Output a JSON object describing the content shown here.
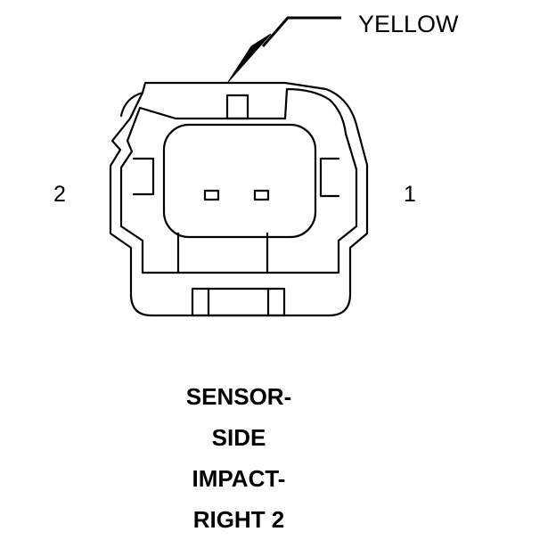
{
  "callout": {
    "wire_color": "YELLOW"
  },
  "pins": {
    "left": "2",
    "right": "1"
  },
  "caption": {
    "lines": [
      "SENSOR-",
      "SIDE",
      "IMPACT-",
      "RIGHT 2"
    ]
  },
  "colors": {
    "line": "#000000",
    "background": "#ffffff"
  }
}
